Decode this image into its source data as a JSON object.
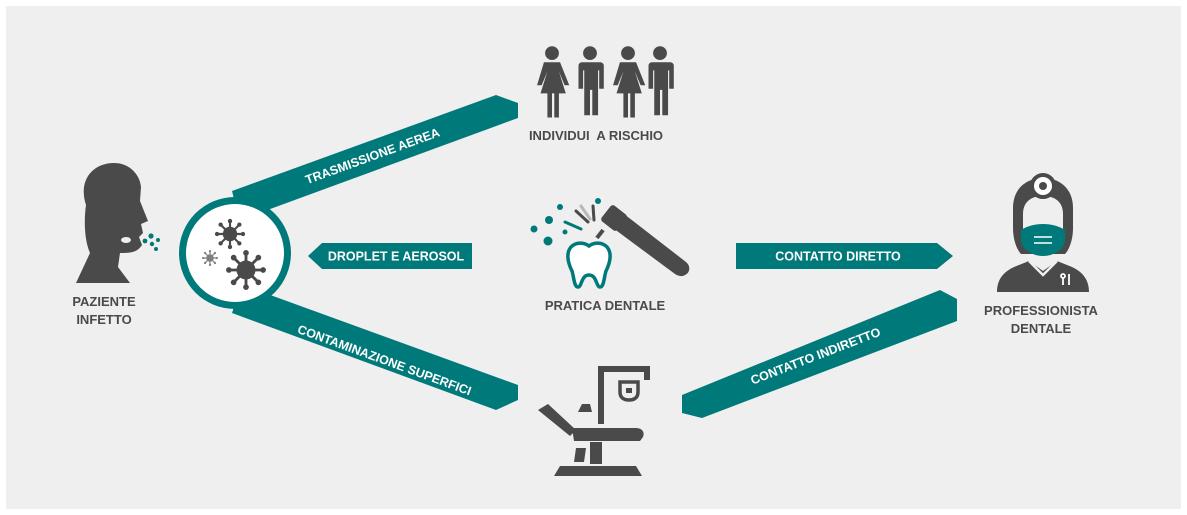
{
  "colors": {
    "panel": "#efefef",
    "teal": "#00797a",
    "icon": "#4a4a4a",
    "text": "#4a4a4a",
    "arrow_text": "#ffffff"
  },
  "nodes": {
    "infected_patient": {
      "line1": "PAZIENTE",
      "line2": "INFETTO",
      "icon": "person-coughing-icon"
    },
    "individuals_at_risk": {
      "label": "INDIVIDUI  A RISCHIO",
      "icon": "people-group-icon"
    },
    "dental_practice": {
      "label": "PRATICA DENTALE",
      "icon": "dental-drill-tooth-icon"
    },
    "dental_professional": {
      "line1": "PROFESSIONISTA",
      "line2": "DENTALE",
      "icon": "dentist-masked-icon"
    },
    "virus_circle": {
      "icon": "virus-icon"
    },
    "dental_chair": {
      "icon": "dental-chair-icon"
    }
  },
  "arrows": {
    "airborne": "TRASMISSIONE AEREA",
    "droplet": "DROPLET E AEROSOL",
    "surface": "CONTAMINAZIONE SUPERFICI",
    "direct": "CONTATTO DIRETTO",
    "indirect": "CONTATTO INDIRETTO"
  }
}
